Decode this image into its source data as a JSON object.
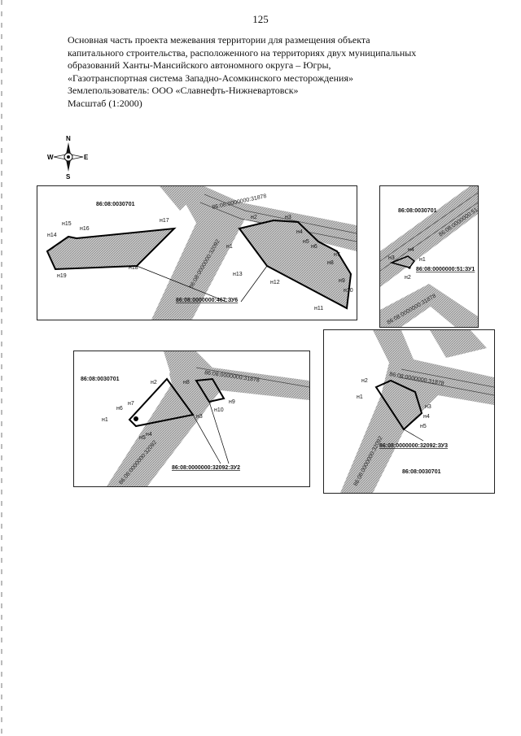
{
  "page": {
    "number": "125"
  },
  "header": {
    "lines": [
      "Основная часть проекта межевания территории для размещения объекта",
      "капитального строительства, расположенного на территориях двух муниципальных",
      "образований Ханты-Мансийского автономного округа – Югры,",
      "«Газотранспортная система Западно-Асомкинского месторождения»",
      "Землепользователь: ООО «Славнефть-Нижневартовск»",
      "Масштаб (1:2000)"
    ]
  },
  "compass": {
    "n": "N",
    "s": "S",
    "w": "W",
    "e": "E"
  },
  "panel1": {
    "block": "86:08:0030701",
    "road_a": "86:08:0000000:31878",
    "road_b": "86:08:0000000:32092",
    "parcel": "86:08:0000000:467:ЗУ6",
    "pts": {
      "n1": "н1",
      "n2": "н2",
      "n3": "н3",
      "n4": "н4",
      "n5": "н5",
      "n6": "н6",
      "n7": "н7",
      "n8": "н8",
      "n9": "н9",
      "n10": "н10",
      "n11": "н11",
      "n12": "н12",
      "n13": "н13",
      "n14": "н14",
      "n15": "н15",
      "n16": "н16",
      "n17": "н17",
      "n18": "н18",
      "n19": "н19"
    }
  },
  "panel2": {
    "block": "86:08:0030701",
    "road_a": "86:08:0000000:51",
    "road_b": "86:08:0000000:31878",
    "parcel": "86:08:0000000:51:ЗУ1",
    "pts": {
      "n1": "н1",
      "n2": "н2",
      "n3": "н3",
      "n4": "н4"
    }
  },
  "panel3": {
    "block": "86:08:0030701",
    "road_a": "86:08:0000000:31878",
    "road_b": "86:08:0000000:32092",
    "parcel": "86:08:0000000:32092:ЗУ2",
    "pts": {
      "n1": "н1",
      "n2": "н2",
      "n3": "н3",
      "n4": "н4",
      "n5": "н5",
      "n6": "н6",
      "n7": "н7",
      "n8": "н8",
      "n9": "н9",
      "n10": "н10"
    }
  },
  "panel4": {
    "block": "86:08:0030701",
    "road_a": "86:08:0000000:31878",
    "road_b": "86:08:0000000:32092",
    "parcel": "86:08:0000000:32092:ЗУ3",
    "pts": {
      "n1": "н1",
      "n2": "н2",
      "n3": "н3",
      "n4": "н4",
      "n5": "н5"
    }
  }
}
